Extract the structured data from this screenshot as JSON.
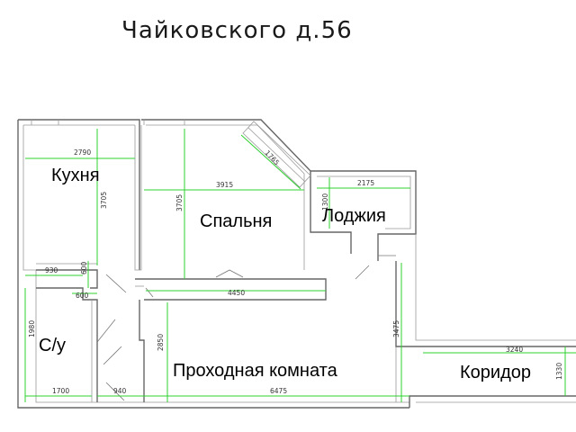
{
  "title": "Чайковского д.56",
  "rooms": {
    "kitchen": "Кухня",
    "bedroom": "Спальня",
    "loggia": "Лоджия",
    "bathroom": "С/у",
    "living": "Проходная комната",
    "corridor": "Коридор"
  },
  "dims": {
    "d2790": "2790",
    "d3705a": "3705",
    "d3705b": "3705",
    "d3915": "3915",
    "d1765": "1765",
    "d2175": "2175",
    "d1300": "1300",
    "d930": "930",
    "d600a": "600",
    "d600b": "600",
    "d4450": "4450",
    "d1980": "1980",
    "d2850": "2850",
    "d3475": "3475",
    "d3240": "3240",
    "d1330": "1330",
    "d1700": "1700",
    "d940": "940",
    "d6475": "6475"
  },
  "colors": {
    "dimension": "#2fd12f",
    "wall": "#666666"
  }
}
